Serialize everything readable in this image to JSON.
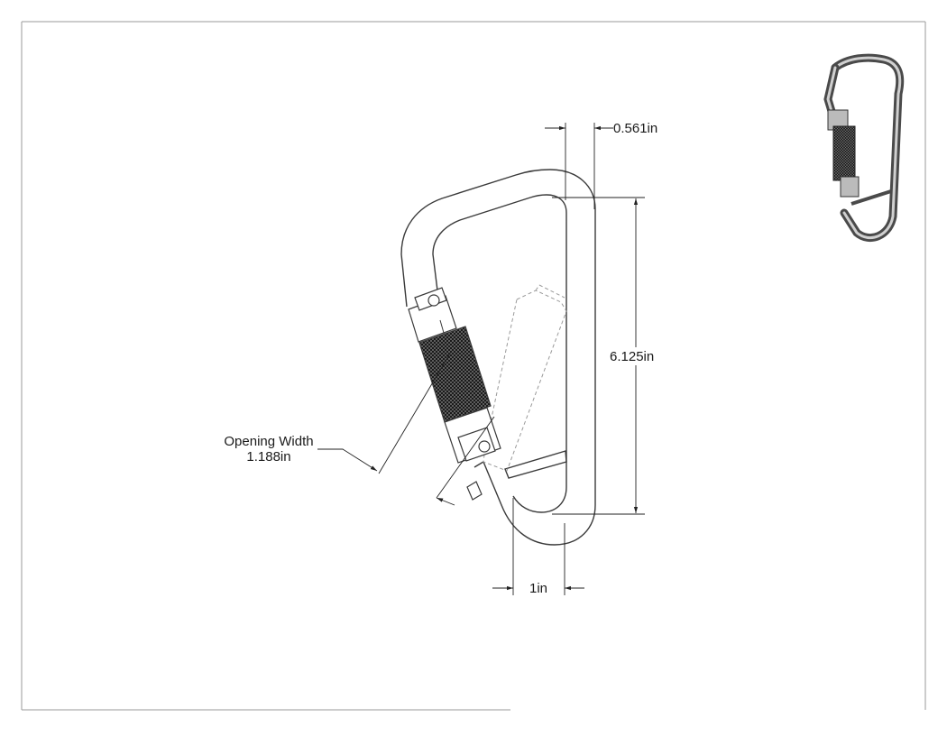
{
  "dimensions": {
    "gate_offset": "0.561in",
    "overall_length": "6.125in",
    "opening_width_title": "Opening Width",
    "opening_width_value": "1.188in",
    "base_width": "1in"
  },
  "colors": {
    "line": "#3a3a3a",
    "knurl": "#1a1a1a",
    "border": "#9a9a9a",
    "metal_dark": "#5a5a5a",
    "metal_light": "#d8d8d8"
  }
}
